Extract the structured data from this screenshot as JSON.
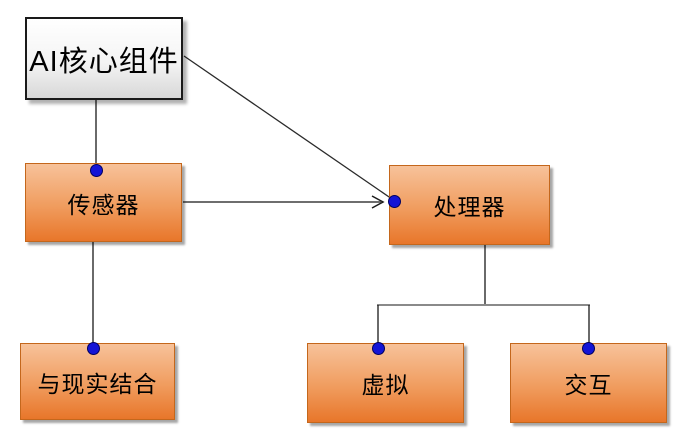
{
  "diagram": {
    "nodes": [
      {
        "id": "ai-core",
        "label": "AI核心组件",
        "style": "root"
      },
      {
        "id": "sensor",
        "label": "传感器",
        "style": "orange"
      },
      {
        "id": "processor",
        "label": "处理器",
        "style": "orange"
      },
      {
        "id": "reality",
        "label": "与现实结合",
        "style": "orange"
      },
      {
        "id": "virtual",
        "label": "虚拟",
        "style": "orange"
      },
      {
        "id": "interaction",
        "label": "交互",
        "style": "orange"
      }
    ],
    "edges": [
      {
        "from": "ai-core",
        "to": "sensor",
        "connector": "straight-vertical",
        "arrow": false
      },
      {
        "from": "ai-core",
        "to": "processor",
        "connector": "straight-diagonal",
        "arrow": false
      },
      {
        "from": "sensor",
        "to": "processor",
        "connector": "straight-horizontal",
        "arrow": true
      },
      {
        "from": "sensor",
        "to": "reality",
        "connector": "straight-vertical",
        "arrow": false
      },
      {
        "from": "processor",
        "to": "virtual",
        "connector": "elbow",
        "arrow": false
      },
      {
        "from": "processor",
        "to": "interaction",
        "connector": "elbow",
        "arrow": false
      }
    ],
    "colors": {
      "background": "#ffffff",
      "root_fill_top": "#ffffff",
      "root_fill_bottom": "#d8d8d8",
      "root_border": "#1a1a1a",
      "node_fill_top": "#f7c29a",
      "node_fill_bottom": "#e8762a",
      "node_border": "#c4671c",
      "connector_dark": "#1a1a1a",
      "connector_gray": "#7a7a7a",
      "connection_dot_fill": "#1414d6",
      "connection_dot_border": "#000060",
      "text": "#000000"
    }
  }
}
